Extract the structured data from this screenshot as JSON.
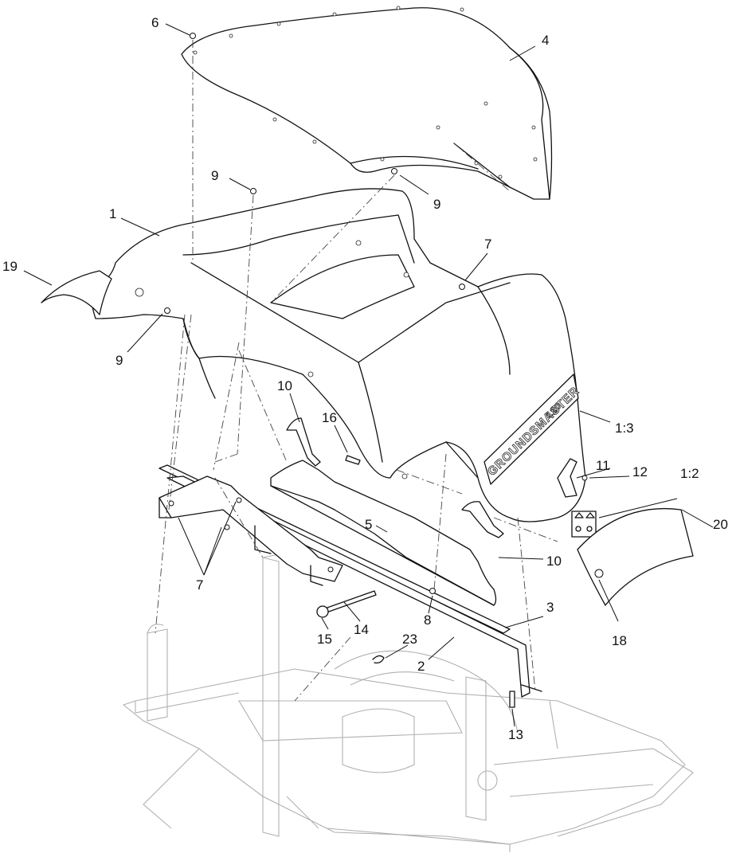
{
  "callouts": [
    {
      "id": "c1",
      "label": "1"
    },
    {
      "id": "c2",
      "label": "2"
    },
    {
      "id": "c3",
      "label": "3"
    },
    {
      "id": "c4",
      "label": "4"
    },
    {
      "id": "c5",
      "label": "5"
    },
    {
      "id": "c6",
      "label": "6"
    },
    {
      "id": "c7a",
      "label": "7"
    },
    {
      "id": "c7b",
      "label": "7"
    },
    {
      "id": "c8",
      "label": "8"
    },
    {
      "id": "c9a",
      "label": "9"
    },
    {
      "id": "c9b",
      "label": "9"
    },
    {
      "id": "c9c",
      "label": "9"
    },
    {
      "id": "c10a",
      "label": "10"
    },
    {
      "id": "c10b",
      "label": "10"
    },
    {
      "id": "c11",
      "label": "11"
    },
    {
      "id": "c12",
      "label": "12"
    },
    {
      "id": "c13",
      "label": "13"
    },
    {
      "id": "c14",
      "label": "14"
    },
    {
      "id": "c15",
      "label": "15"
    },
    {
      "id": "c16",
      "label": "16"
    },
    {
      "id": "c18",
      "label": "18"
    },
    {
      "id": "c19",
      "label": "19"
    },
    {
      "id": "c20",
      "label": "20"
    },
    {
      "id": "c23",
      "label": "23"
    },
    {
      "id": "c1-3",
      "label": "1:3"
    },
    {
      "id": "c1-2",
      "label": "1:2"
    }
  ],
  "decal_text": "GROUNDSMASTER",
  "decal_model": "120"
}
